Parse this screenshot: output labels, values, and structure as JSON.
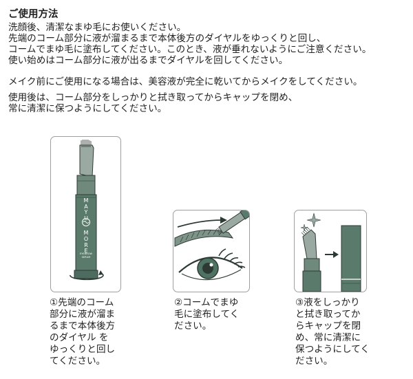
{
  "section_title": "ご使用方法",
  "instructions": {
    "p1": [
      "洗顔後、清潔なまゆ毛にお使いください。",
      "先端のコーム部分に液が溜まるまで本体後方のダイヤルをゆっくりと回し、",
      "コームでまゆ毛に塗布してください。このとき、液が垂れないようにご注意ください。",
      "使い始めはコーム部分に液が出るまでダイヤルを回してください。"
    ],
    "p2": "メイク前にご使用になる場合は、美容液が完全に乾いてからメイクをしてください。",
    "p3": [
      "使用後は、コーム部分をしっかりと拭き取ってからキャップを閉め、",
      "常に清潔に保つようにしてください。"
    ]
  },
  "product_label": {
    "brand_letters": [
      "M",
      "A",
      "Y",
      "U",
      "M",
      "O",
      "R",
      "E"
    ],
    "sub1": "EYEBROW",
    "sub2": "SERUM"
  },
  "steps": [
    {
      "lines": [
        "①先端のコーム",
        "部分に液が溜ま",
        "るまで本体後方",
        "のダイヤル を",
        "ゆっくりと回し",
        "てください。"
      ]
    },
    {
      "lines": [
        "②コームでまゆ",
        "毛に塗布してく",
        "ださい。"
      ]
    },
    {
      "lines": [
        "③液をしっかり",
        "と拭き取ってか",
        "らキャップを閉",
        "め、常に清潔に",
        "保つようにしてく",
        "ださい。"
      ]
    }
  ],
  "colors": {
    "pen_green": "#5a7a6c",
    "pen_dark": "#3f5d50",
    "comb": "#7c9187",
    "stroke": "#2d3a34",
    "eye_green": "#4f7362"
  }
}
